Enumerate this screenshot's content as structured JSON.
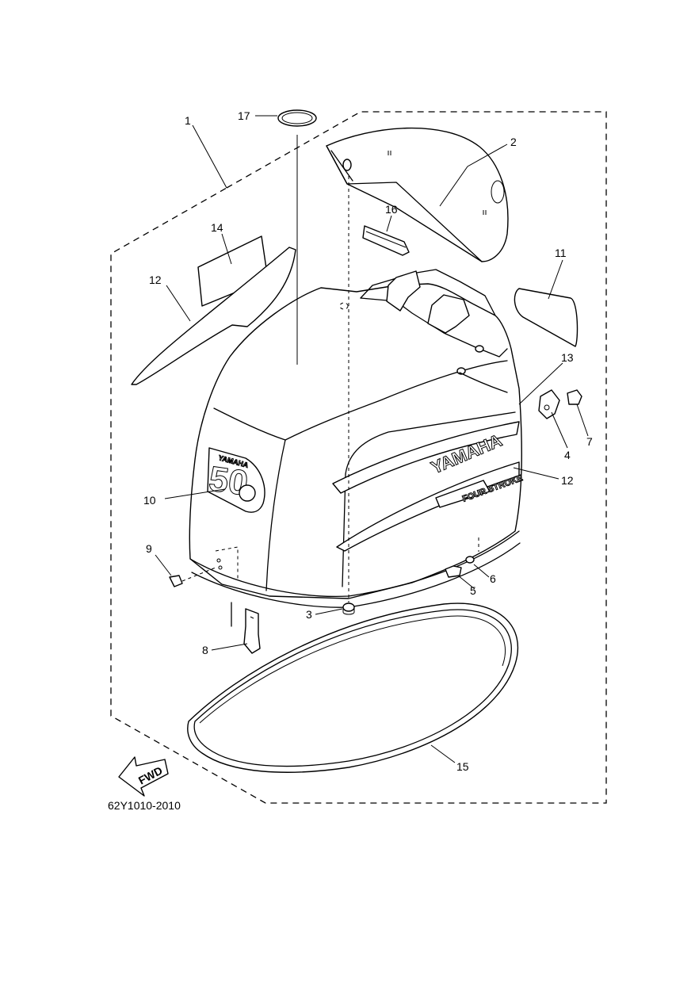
{
  "diagram": {
    "drawing_code": "62Y1010-2010",
    "fwd_label": "FWD",
    "brand_text": "YAMAHA",
    "model_number": "50",
    "small_brand_text": "YAMAHA",
    "side_text": "FOUR STROKE",
    "callouts": [
      "1",
      "2",
      "3",
      "4",
      "5",
      "6",
      "7",
      "8",
      "9",
      "10",
      "11",
      "12",
      "12",
      "13",
      "14",
      "15",
      "16",
      "17"
    ]
  }
}
